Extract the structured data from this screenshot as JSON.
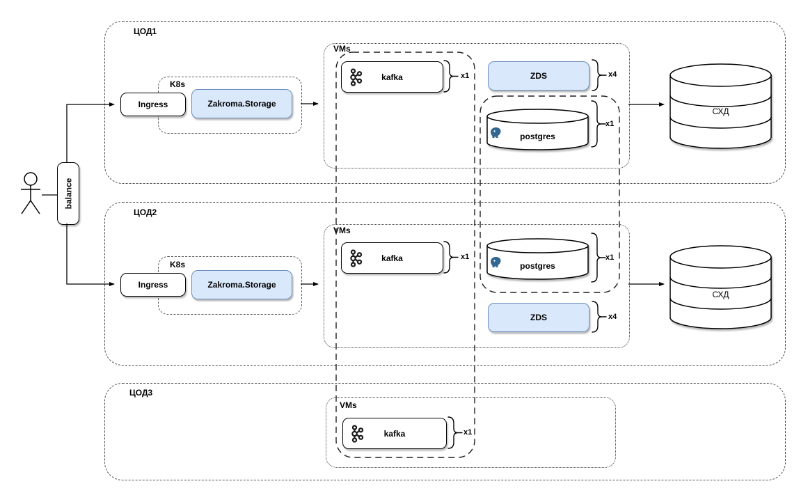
{
  "colors": {
    "accent-fill": "#dae8fc",
    "accent-border": "#6c8ebf",
    "postgres-blue": "#336791",
    "line": "#000000"
  },
  "labels": {
    "balance": "balance",
    "k8s": "K8s",
    "vms": "VMs",
    "ingress": "Ingress",
    "zakroma": "Zakroma.Storage",
    "kafka": "kafka",
    "zds": "ZDS",
    "postgres": "postgres",
    "storage": "СХД"
  },
  "datacenters": [
    {
      "title": "ЦОД1",
      "kafka_count": "x1",
      "zds_count": "x4",
      "postgres_count": "x1"
    },
    {
      "title": "ЦОД2",
      "kafka_count": "x1",
      "zds_count": "x4",
      "postgres_count": "x1"
    },
    {
      "title": "ЦОД3",
      "kafka_count": "x1"
    }
  ]
}
